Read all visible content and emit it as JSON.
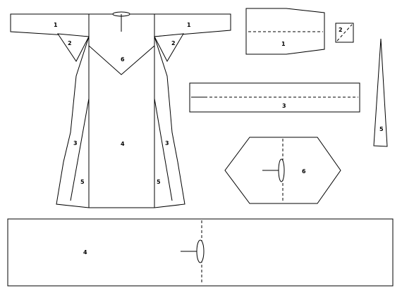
{
  "diagram": {
    "garment": {
      "sleeve_left_label": "1",
      "sleeve_right_label": "1",
      "gusset_left_label": "2",
      "gusset_right_label": "2",
      "yoke_label": "6",
      "center_label": "4",
      "gore_left_label": "3",
      "gore_right_label": "3",
      "side_gore_left_label": "5",
      "side_gore_right_label": "5"
    },
    "pieces": {
      "sleeve_label": "1",
      "gusset_label": "2",
      "gore_label": "3",
      "triangle_label": "5",
      "yoke_label": "6",
      "body_label": "4"
    }
  }
}
